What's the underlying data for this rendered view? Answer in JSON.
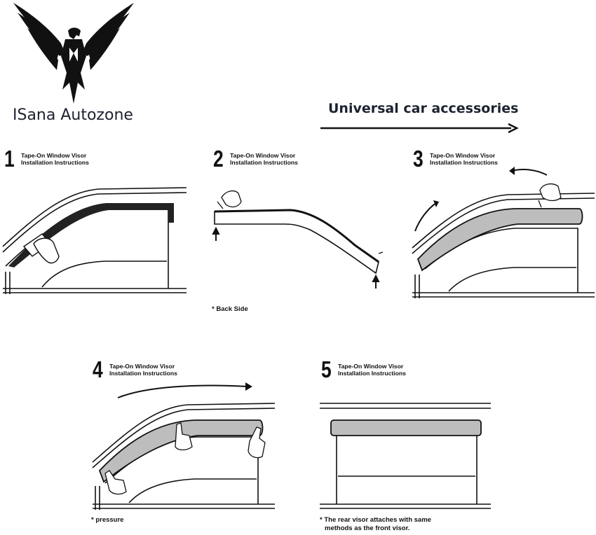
{
  "brand": {
    "name": "ISana Autozone"
  },
  "tagline": "Universal car accessories",
  "steps": [
    {
      "number": "1",
      "title_line1": "Tape-On Window Visor",
      "title_line2": "Installation Instructions"
    },
    {
      "number": "2",
      "title_line1": "Tape-On Window Visor",
      "title_line2": "Installation Instructions"
    },
    {
      "number": "3",
      "title_line1": "Tape-On Window Visor",
      "title_line2": "Installation Instructions"
    },
    {
      "number": "4",
      "title_line1": "Tape-On Window Visor",
      "title_line2": "Installation Instructions"
    },
    {
      "number": "5",
      "title_line1": "Tape-On Window Visor",
      "title_line2": "Installation Instructions"
    }
  ],
  "notes": {
    "back_side": "* Back Side",
    "pressure": "* pressure",
    "rear_line1": "* The rear visor attaches with same",
    "rear_line2": "methods as the front visor."
  },
  "colors": {
    "ink": "#111111",
    "visor_fill": "#bdbdbd",
    "brand_text": "#1c2230"
  }
}
